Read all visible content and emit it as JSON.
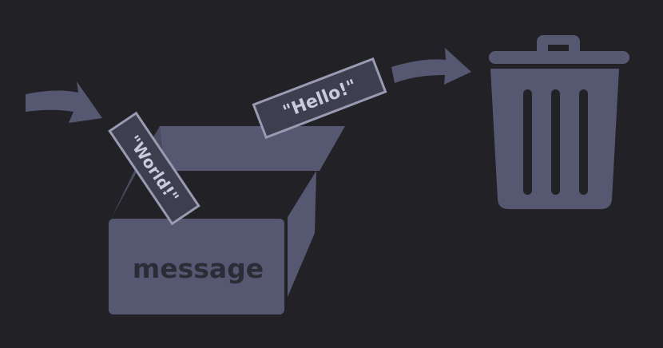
{
  "diagram": {
    "box_label": "message",
    "old_value": "\"Hello!\"",
    "new_value": "\"World!\""
  },
  "icons": {
    "incoming_arrow": "curved-arrow-right-icon",
    "outgoing_arrow": "curved-arrow-right-icon",
    "trash": "trash-can-icon",
    "box": "open-box-icon"
  },
  "colors": {
    "background": "#212126",
    "shape_fill": "#565871",
    "label_fill": "#3d3e4e",
    "label_border": "#9a9bb2",
    "label_text": "#c9cadb",
    "box_text": "#2b2c36"
  }
}
